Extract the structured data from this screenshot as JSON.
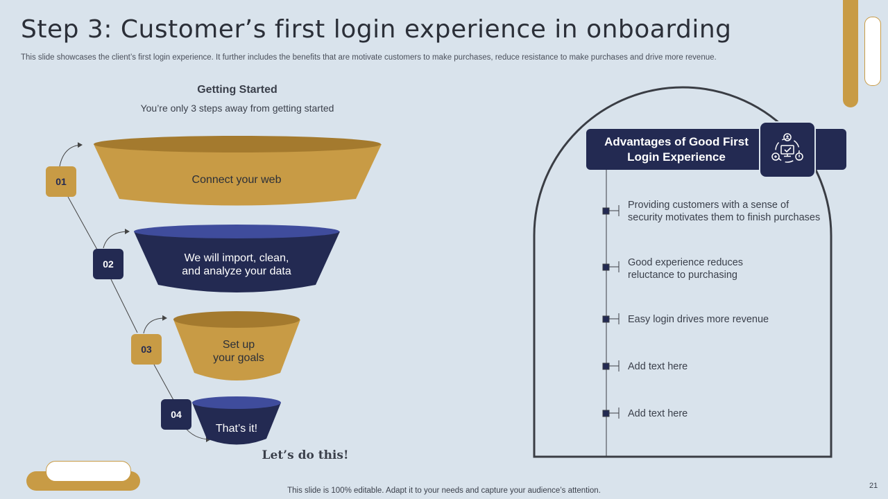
{
  "slide": {
    "title": "Step 3: Customer’s first login experience in onboarding",
    "subtitle": "This slide showcases the client’s first login experience. It further includes the benefits that are motivate customers to make purchases, reduce resistance to make purchases and drive more revenue.",
    "footer": "This slide is 100% editable. Adapt it to your needs and capture your audience’s attention.",
    "page_number": "21"
  },
  "getting_started": {
    "title": "Getting Started",
    "subtitle": "You’re only 3 steps away from getting started",
    "closing": "Let’s do this!"
  },
  "steps": [
    {
      "number": "01",
      "text": "Connect your web"
    },
    {
      "number": "02",
      "text": "We will import, clean,\nand analyze your data"
    },
    {
      "number": "03",
      "text": "Set up\nyour goals"
    },
    {
      "number": "04",
      "text": "That’s it!"
    }
  ],
  "advantages": {
    "title": "Advantages of Good First Login Experience",
    "icon": "computer-network-icon",
    "items": [
      "Providing customers with a sense of security motivates them to finish purchases",
      "Good experience reduces reluctance to purchasing",
      "Easy login drives more revenue",
      "Add text here",
      "Add text here"
    ]
  },
  "colors": {
    "gold": "#c89b45",
    "gold_dark": "#a47a2e",
    "navy": "#232a52",
    "blue_top": "#3f4c9c",
    "background": "#d9e3ec"
  }
}
